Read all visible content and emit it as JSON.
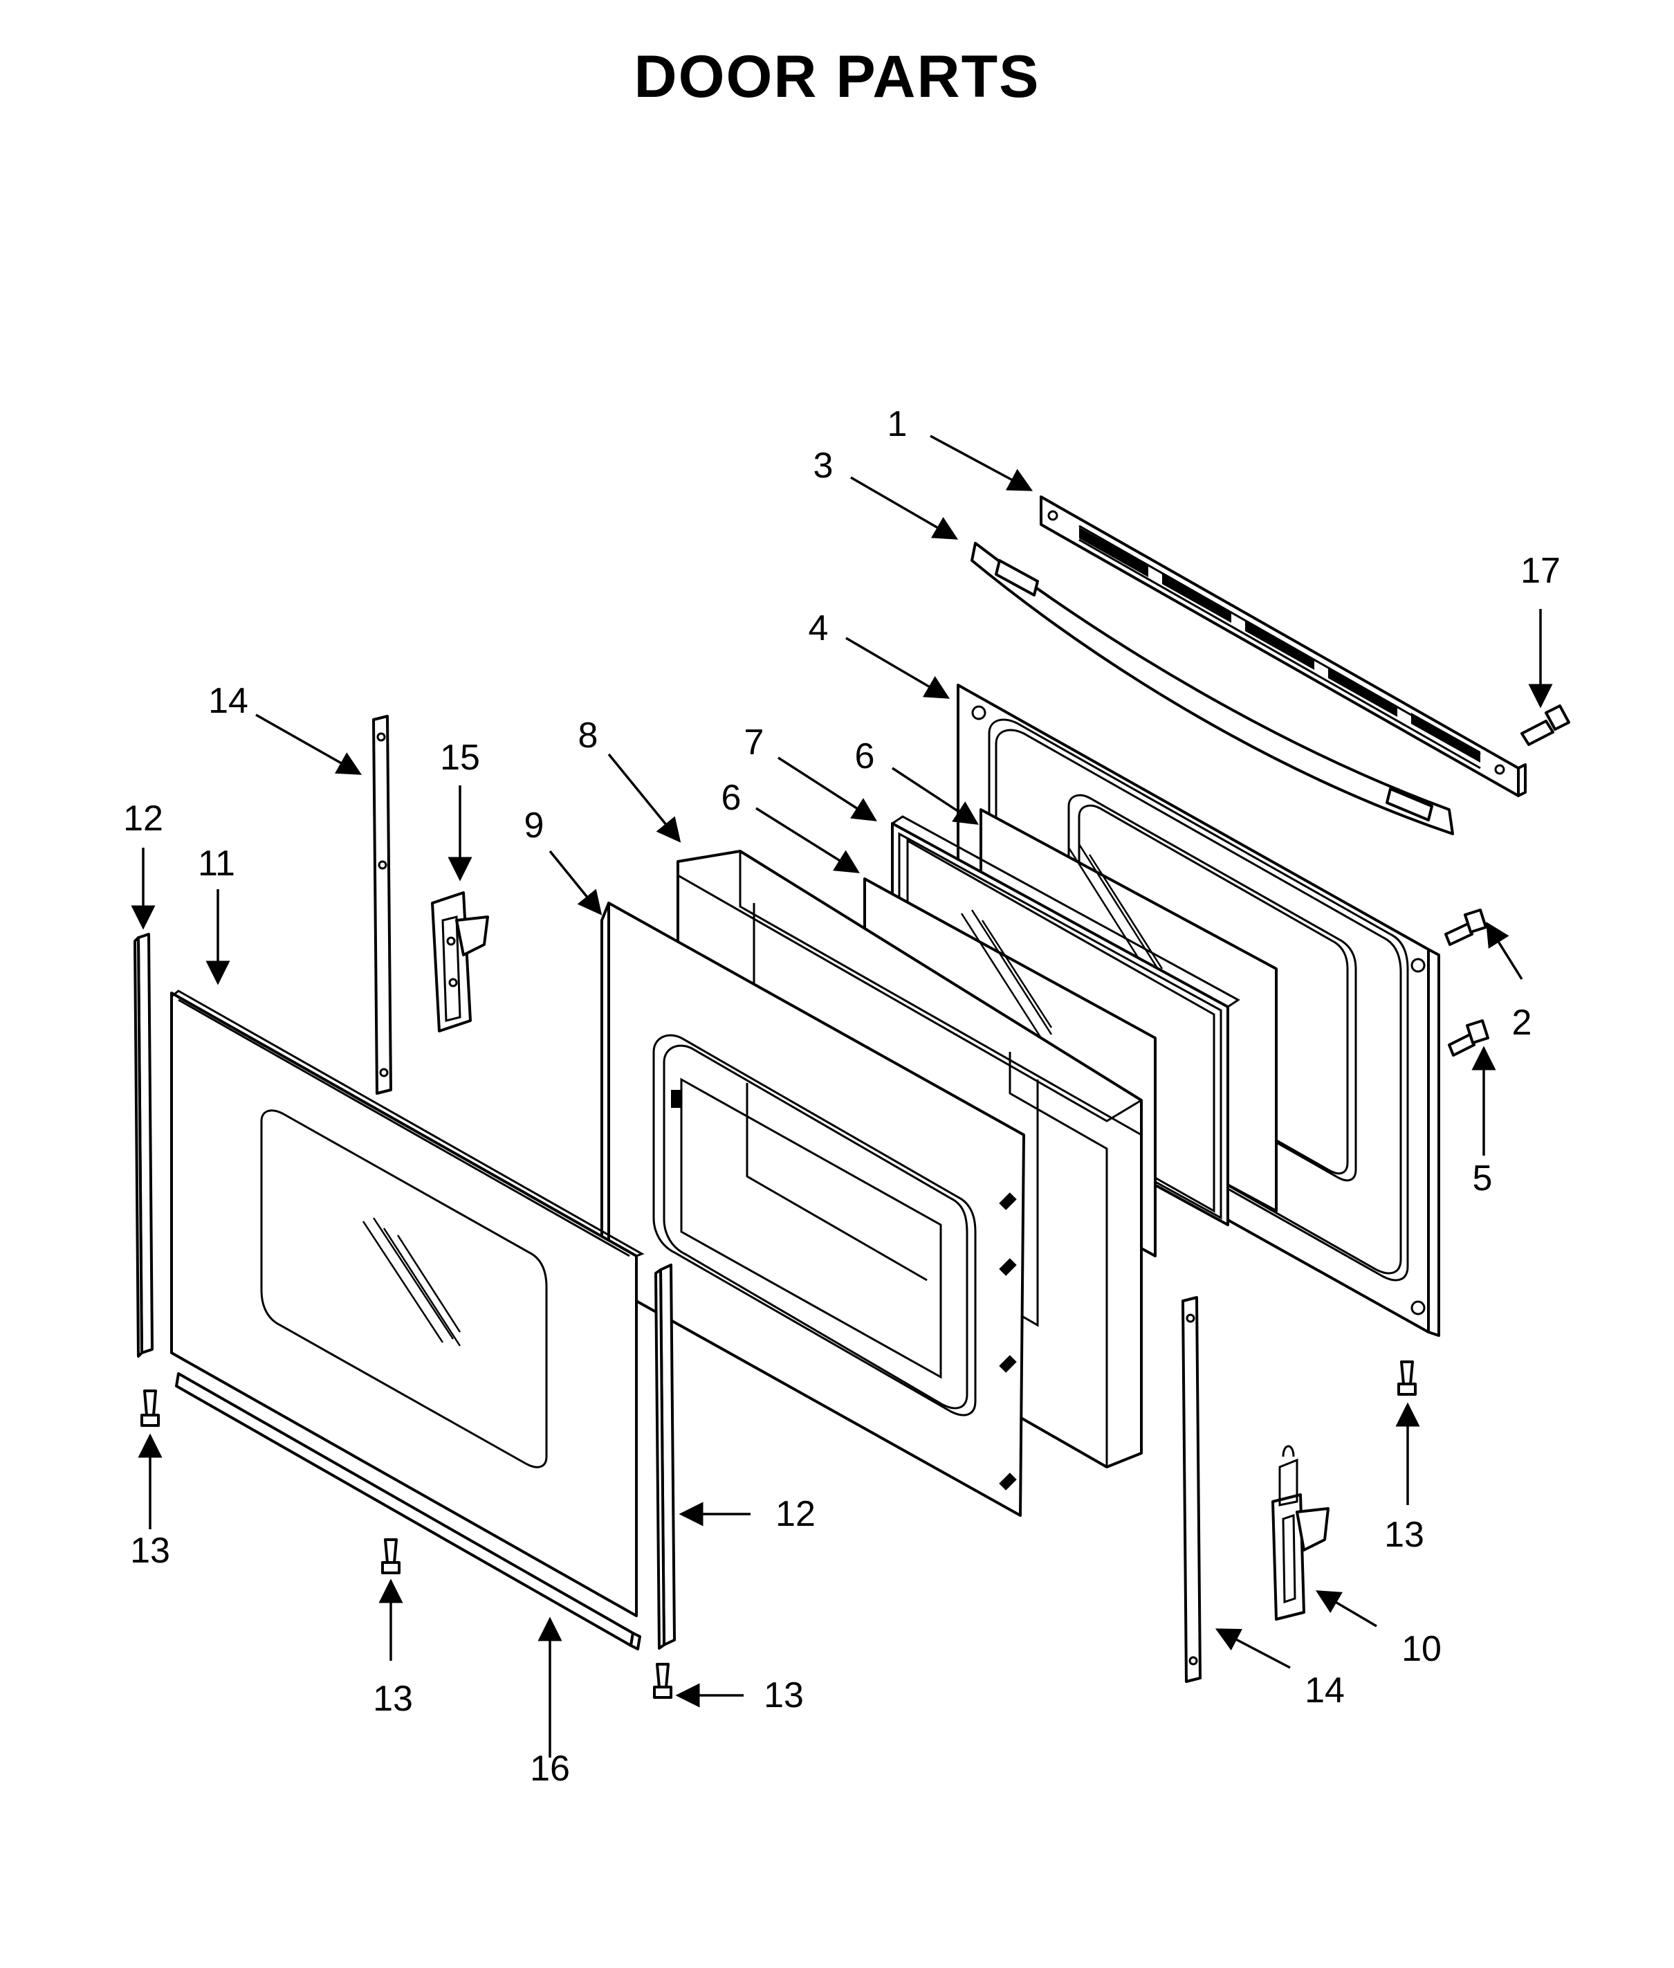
{
  "title": "DOOR PARTS",
  "callouts": [
    "1",
    "2",
    "3",
    "4",
    "5",
    "6",
    "6",
    "7",
    "8",
    "9",
    "10",
    "11",
    "12",
    "12",
    "13",
    "13",
    "13",
    "13",
    "14",
    "14",
    "15",
    "16",
    "17"
  ]
}
